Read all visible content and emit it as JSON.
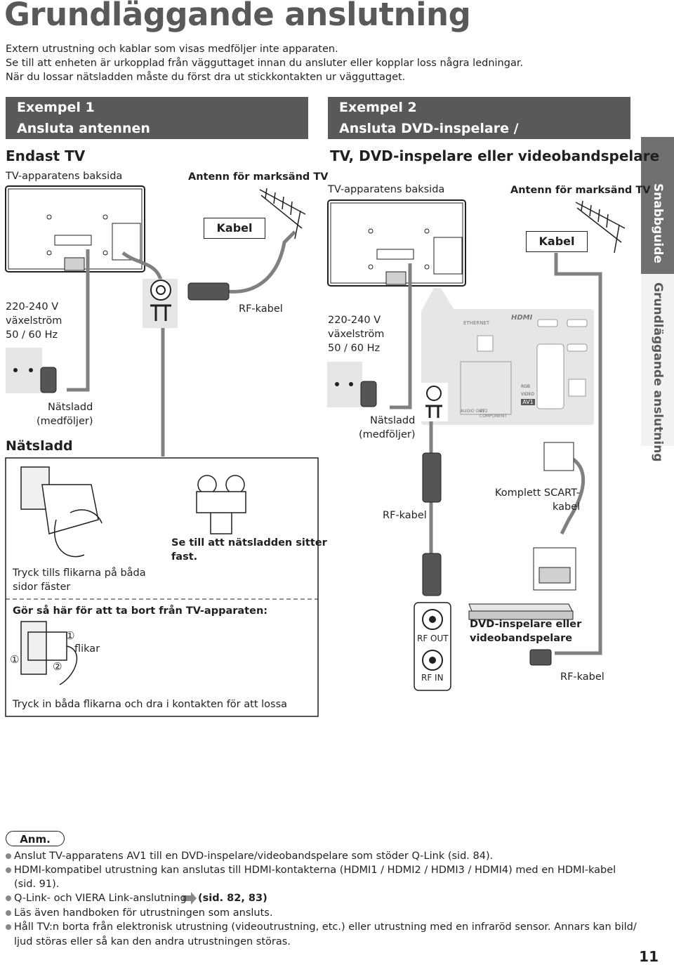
{
  "page": {
    "title": "Grundläggande anslutning",
    "page_number": "11"
  },
  "intro": [
    "Extern utrustning och kablar som visas medföljer inte apparaten.",
    "Se till att enheten är urkopplad från vägguttaget innan du ansluter eller kopplar loss några ledningar.",
    "När du lossar nätsladden måste du först dra ut stickkontakten ur vägguttaget."
  ],
  "example1": {
    "header_line1": "Exempel 1",
    "header_line2": "Ansluta antennen",
    "subtitle": "Endast TV",
    "tv_back_label": "TV-apparatens baksida",
    "antenna_label": "Antenn för marksänd TV",
    "cable_box": "Kabel",
    "rf_cable": "RF-kabel",
    "voltage_line1": "220-240 V",
    "voltage_line2": "växelström",
    "voltage_line3": "50 / 60 Hz",
    "power_cord_line1": "Nätsladd",
    "power_cord_line2": "(medföljer)",
    "power_cord_title": "Nätsladd",
    "press_tabs_line1": "Tryck tills flikarna på båda",
    "press_tabs_line2": "sidor fäster",
    "ensure_line1": "Se till att nätsladden sitter",
    "ensure_line2": "fast.",
    "remove_title": "Gör så här för att ta bort från TV-apparaten:",
    "tabs_label": "flikar",
    "marker1": "①",
    "marker2": "②",
    "remove_instruction": "Tryck in båda flikarna och dra i kontakten för att lossa"
  },
  "example2": {
    "header_line1": "Exempel 2",
    "header_line2": "Ansluta DVD-inspelare / videobandspelare",
    "subtitle": "TV, DVD-inspelare eller videobandspelare",
    "tv_back_label": "TV-apparatens baksida",
    "antenna_label": "Antenn för marksänd TV",
    "cable_box": "Kabel",
    "voltage_line1": "220-240 V",
    "voltage_line2": "växelström",
    "voltage_line3": "50 / 60 Hz",
    "power_cord_line1": "Nätsladd",
    "power_cord_line2": "(medföljer)",
    "rf_cable_left": "RF-kabel",
    "scart_line1": "Komplett SCART-",
    "scart_line2": "kabel",
    "rf_out": "RF OUT",
    "rf_in": "RF IN",
    "device_line1": "DVD-inspelare eller",
    "device_line2": "videobandspelare",
    "rf_cable_right": "RF-kabel",
    "panel": {
      "ethernet": "ETHERNET",
      "hdmi": "HDMI",
      "av1": "AV1",
      "rgb": "RGB",
      "video": "VIDEO",
      "audio_out": "AUDIO OUT",
      "av2": "AV2",
      "component": "COMPONENT"
    }
  },
  "side_tabs": {
    "top": "Snabbguide",
    "bottom": "Grundläggande anslutning"
  },
  "notes": {
    "badge": "Anm.",
    "items": [
      "Anslut TV-apparatens AV1 till en DVD-inspelare/videobandspelare som stöder Q-Link (sid. 84).",
      "HDMI-kompatibel utrustning kan anslutas till HDMI-kontakterna (HDMI1 / HDMI2 / HDMI3 / HDMI4) med en HDMI-kabel",
      "(sid. 91).",
      "Q-Link- och VIERA Link-anslutning",
      "(sid. 82, 83)",
      "Läs även handboken för utrustningen som ansluts.",
      "Håll TV:n borta från elektronisk utrustning (videoutrustning, etc.) eller utrustning med en infraröd sensor. Annars kan bild/",
      "ljud störas eller så kan den andra utrustningen störas."
    ]
  },
  "colors": {
    "header_bg": "#595959",
    "side_tab_dark": "#707070",
    "side_tab_light": "#f2f2f2",
    "cable": "#808080"
  }
}
